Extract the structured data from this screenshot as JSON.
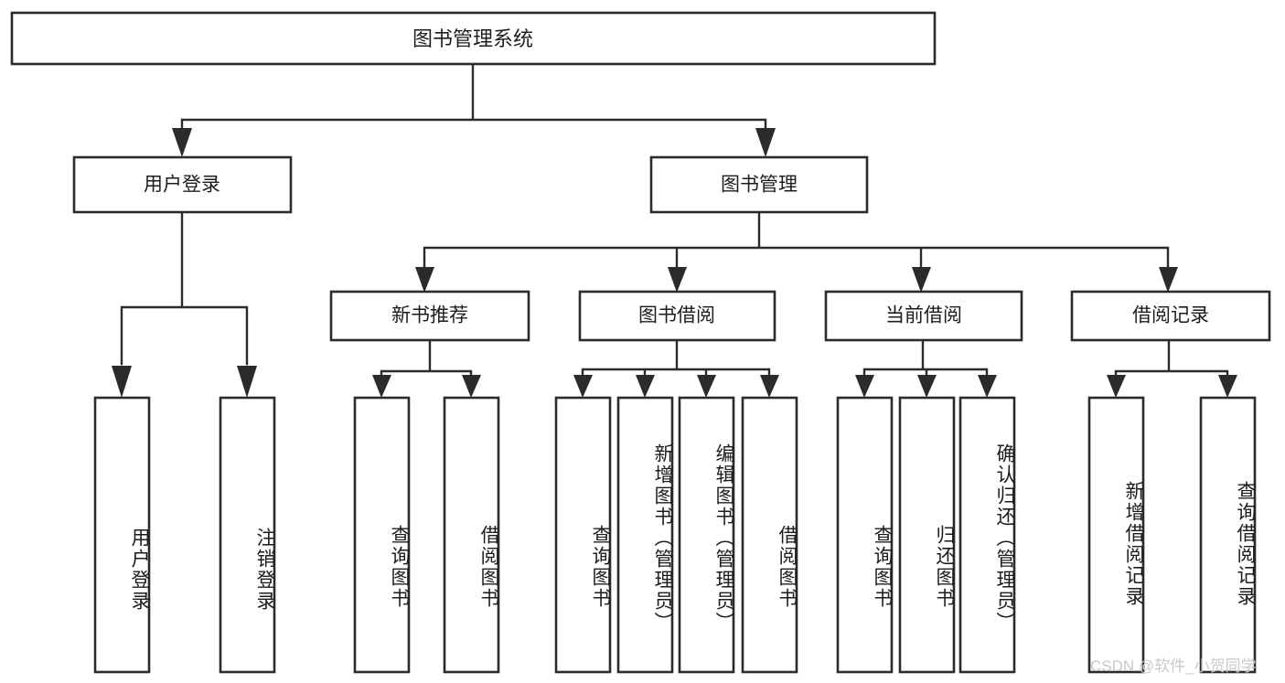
{
  "diagram": {
    "title": "图书管理系统",
    "type": "tree",
    "colors": {
      "background": "#ffffff",
      "stroke": "#2b2b2b",
      "text": "#1c1c1c",
      "watermark": "#c9c9c9"
    },
    "root": {
      "id": "root",
      "label": "图书管理系统"
    },
    "level1": [
      {
        "id": "user-login",
        "label": "用户登录"
      },
      {
        "id": "book-manage",
        "label": "图书管理"
      }
    ],
    "level2": [
      {
        "id": "new-book-recommend",
        "label": "新书推荐",
        "parent": "book-manage"
      },
      {
        "id": "book-borrow",
        "label": "图书借阅",
        "parent": "book-manage"
      },
      {
        "id": "current-borrow",
        "label": "当前借阅",
        "parent": "book-manage"
      },
      {
        "id": "borrow-record",
        "label": "借阅记录",
        "parent": "book-manage"
      }
    ],
    "leaves": [
      {
        "id": "leaf-user-login",
        "label": "用户登录",
        "parent": "user-login"
      },
      {
        "id": "leaf-user-logout",
        "label": "注销登录",
        "parent": "user-login"
      },
      {
        "id": "leaf-query-book-1",
        "label": "查询图书",
        "parent": "new-book-recommend"
      },
      {
        "id": "leaf-borrow-book-1",
        "label": "借阅图书",
        "parent": "new-book-recommend"
      },
      {
        "id": "leaf-query-book-2",
        "label": "查询图书",
        "parent": "book-borrow"
      },
      {
        "id": "leaf-add-book",
        "label": "新增图书（管理员）",
        "parent": "book-borrow"
      },
      {
        "id": "leaf-edit-book",
        "label": "编辑图书（管理员）",
        "parent": "book-borrow"
      },
      {
        "id": "leaf-borrow-book-2",
        "label": "借阅图书",
        "parent": "book-borrow"
      },
      {
        "id": "leaf-query-book-3",
        "label": "查询图书",
        "parent": "current-borrow"
      },
      {
        "id": "leaf-return-book",
        "label": "归还图书",
        "parent": "current-borrow"
      },
      {
        "id": "leaf-confirm-return",
        "label": "确认归还（管理员）",
        "parent": "current-borrow"
      },
      {
        "id": "leaf-add-record",
        "label": "新增借阅记录",
        "parent": "borrow-record"
      },
      {
        "id": "leaf-query-record",
        "label": "查询借阅记录",
        "parent": "borrow-record"
      }
    ],
    "watermark": "CSDN @软件_小贺同学"
  }
}
